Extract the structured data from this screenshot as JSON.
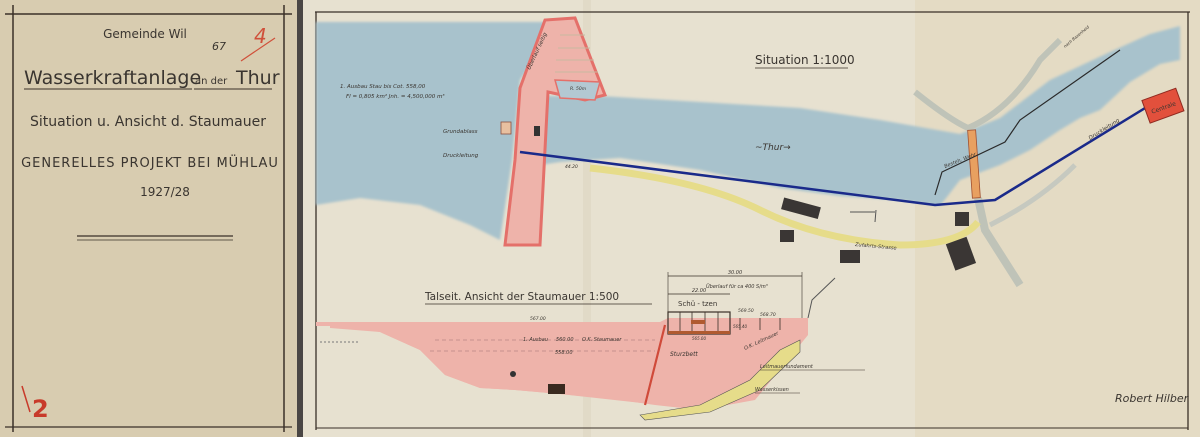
{
  "cover": {
    "municipality": "Gemeinde Wil",
    "title_main": "Wasserkraftanlage",
    "title_mid": "an der",
    "title_river": "Thur",
    "subtitle": "Situation u. Ansicht d. Staumauer",
    "project": "GENERELLES PROJEKT BEI MÜHLAU",
    "year": "1927/28",
    "pencil_number": "67",
    "red_number": "4",
    "sheet_number": "2"
  },
  "situation": {
    "title": "Situation 1:1000",
    "river_label": "~Thur→",
    "reservoir_note_1": "1. Ausbau Stau bis Cot. 558,00",
    "reservoir_note_2": "Fl = 0,805 km²  Jnh. = 4,500,000 m³",
    "spillway_label": "Überlauf seitig",
    "basin_label": "R. 50m",
    "bottom_outlet_label": "Grundablass",
    "penstock_label_left": "Druckleitung",
    "level_label": "44.20",
    "existing_weir_label": "Besteh. Wehr",
    "penstock_label_right": "Druckleitung",
    "powerhouse_label": "Centrale",
    "access_road_label": "Zufahrts-Strasse",
    "road_label": "nach Bazenheid"
  },
  "elevation": {
    "title": "Talseit. Ansicht der Staumauer 1:500",
    "dim_total": "30.00",
    "dim_sluice": "22.00",
    "overflow_label": "Überlauf für ca 400 S/m³",
    "sluice_label": "Schü - tzen",
    "crest_level": "567.00",
    "level_1": "569.50",
    "level_2": "568.70",
    "level_3": "565.40",
    "level_4": "565.00",
    "first_stage_label": "1. Ausbau",
    "first_stage_level": "560.00",
    "first_stage_suffix": "O.K. Staumauer",
    "lower_level": "558.00",
    "plunge_pool_label": "Sturzbett",
    "guide_wall_label": "O.K. Leitmauer",
    "guide_wall_foundation": "Leitmauerfundament",
    "water_cushion": "Wasserkissen"
  },
  "signature": "Robert Hilber",
  "colors": {
    "paper_cover": "#d8ccb0",
    "paper_sheet": "#e7e1d0",
    "water": "#a8c2cc",
    "dam_red": "#e4706a",
    "dam_pink": "#eeb3aa",
    "penstock": "#1a2a8a",
    "road_yellow": "#e6dc8a",
    "powerhouse": "#e2503c"
  }
}
